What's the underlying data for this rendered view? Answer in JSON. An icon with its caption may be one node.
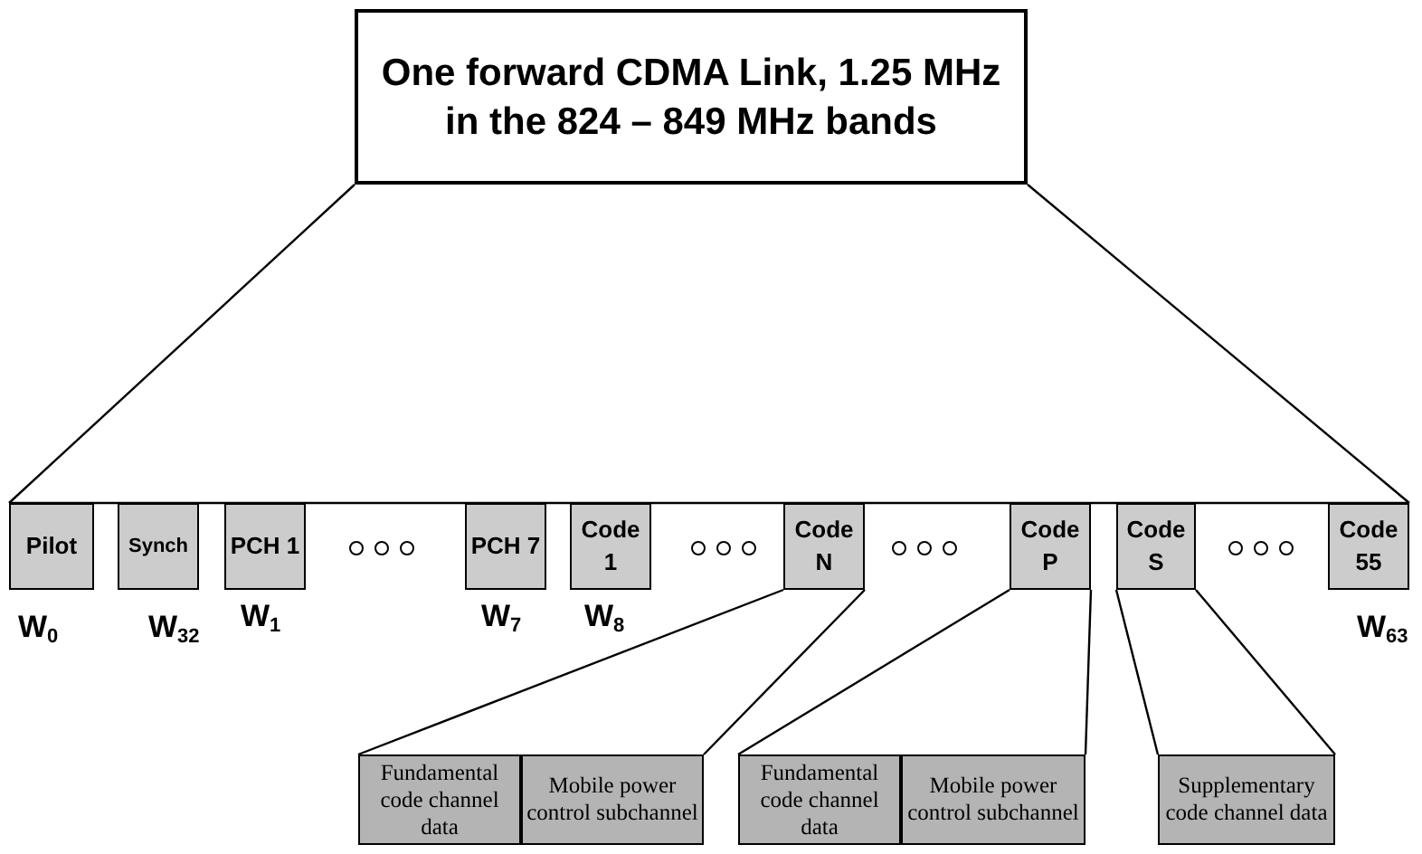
{
  "diagram": {
    "nodes": [
      {
        "text": [
          "One forward CDMA Link, 1.25 MHz in the 824 – 849 MHz bands"
        ]
      },
      {
        "text": [
          "Pilot"
        ]
      },
      {
        "text": [
          "Synch"
        ]
      },
      {
        "text": [
          "PCH 1"
        ]
      },
      {
        "text": [
          "PCH 7"
        ]
      },
      {
        "text": [
          "Code 1"
        ]
      },
      {
        "text": [
          "Code N"
        ]
      },
      {
        "text": [
          "Code P"
        ]
      },
      {
        "text": [
          "Code S"
        ]
      },
      {
        "text": [
          "Code 55"
        ]
      },
      {
        "text": [
          "Fundamental code channel data"
        ]
      },
      {
        "text": [
          "Mobile power control subchannel"
        ]
      },
      {
        "text": [
          "Fundamental code channel data"
        ]
      },
      {
        "text": [
          "Mobile power control subchannel"
        ]
      },
      {
        "text": [
          "Supplementary code channel data"
        ]
      }
    ],
    "edges": [
      {
        "from": 0,
        "to": 1,
        "arrow": "none"
      },
      {
        "from": 0,
        "to": 9,
        "arrow": "none"
      },
      {
        "from": 6,
        "to": 10,
        "arrow": "none"
      },
      {
        "from": 6,
        "to": 11,
        "arrow": "none"
      },
      {
        "from": 7,
        "to": 12,
        "arrow": "none"
      },
      {
        "from": 7,
        "to": 13,
        "arrow": "none"
      },
      {
        "from": 8,
        "to": 14,
        "arrow": "none"
      },
      {
        "from": 8,
        "to": 14,
        "arrow": "none"
      }
    ],
    "labels": [
      "W$_{0}$",
      "W$_{32}$",
      "W$_{1}$",
      "W$_{7}$",
      "W$_{8}$",
      "W$_{63}$"
    ]
  }
}
